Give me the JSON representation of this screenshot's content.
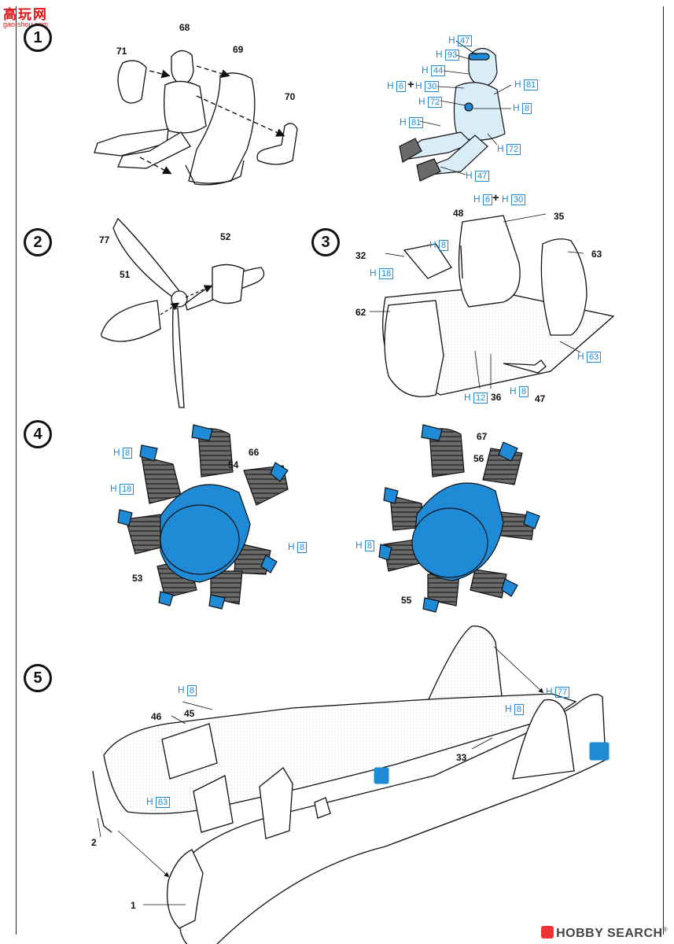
{
  "watermark": {
    "cn": "高玩网",
    "url": "gao-shou.com"
  },
  "steps": [
    "1",
    "2",
    "3",
    "4",
    "5"
  ],
  "h_prefix": "H",
  "plus": "+",
  "step1_parts": [
    "68",
    "71",
    "69",
    "70"
  ],
  "step1_colors": [
    {
      "code": "47"
    },
    {
      "code": "93"
    },
    {
      "code": "44"
    },
    {
      "code": "6"
    },
    {
      "code": "30"
    },
    {
      "code": "81"
    },
    {
      "code": "72"
    },
    {
      "code": "8"
    },
    {
      "code": "81"
    },
    {
      "code": "72"
    },
    {
      "code": "47"
    }
  ],
  "step2_parts": [
    "77",
    "52",
    "51"
  ],
  "step3_parts": [
    "48",
    "35",
    "32",
    "63",
    "62",
    "36",
    "47"
  ],
  "step3_colors": [
    {
      "code": "6"
    },
    {
      "code": "30"
    },
    {
      "code": "8"
    },
    {
      "code": "18"
    },
    {
      "code": "63"
    },
    {
      "code": "12"
    },
    {
      "code": "8"
    }
  ],
  "step4_parts": [
    "66",
    "54",
    "53",
    "67",
    "56",
    "55"
  ],
  "step4_colors": [
    {
      "code": "8"
    },
    {
      "code": "18"
    },
    {
      "code": "8"
    },
    {
      "code": "8"
    }
  ],
  "step5_parts": [
    "46",
    "45",
    "33",
    "2",
    "1"
  ],
  "step5_colors": [
    {
      "code": "8"
    },
    {
      "code": "77"
    },
    {
      "code": "8"
    },
    {
      "code": "63"
    }
  ],
  "brand": {
    "name": "HOBBY SEARCH",
    "reg": "®"
  },
  "palette": {
    "blue": "#1f8ad6",
    "light_blue": "#d9eef9",
    "grey": "#555555"
  }
}
